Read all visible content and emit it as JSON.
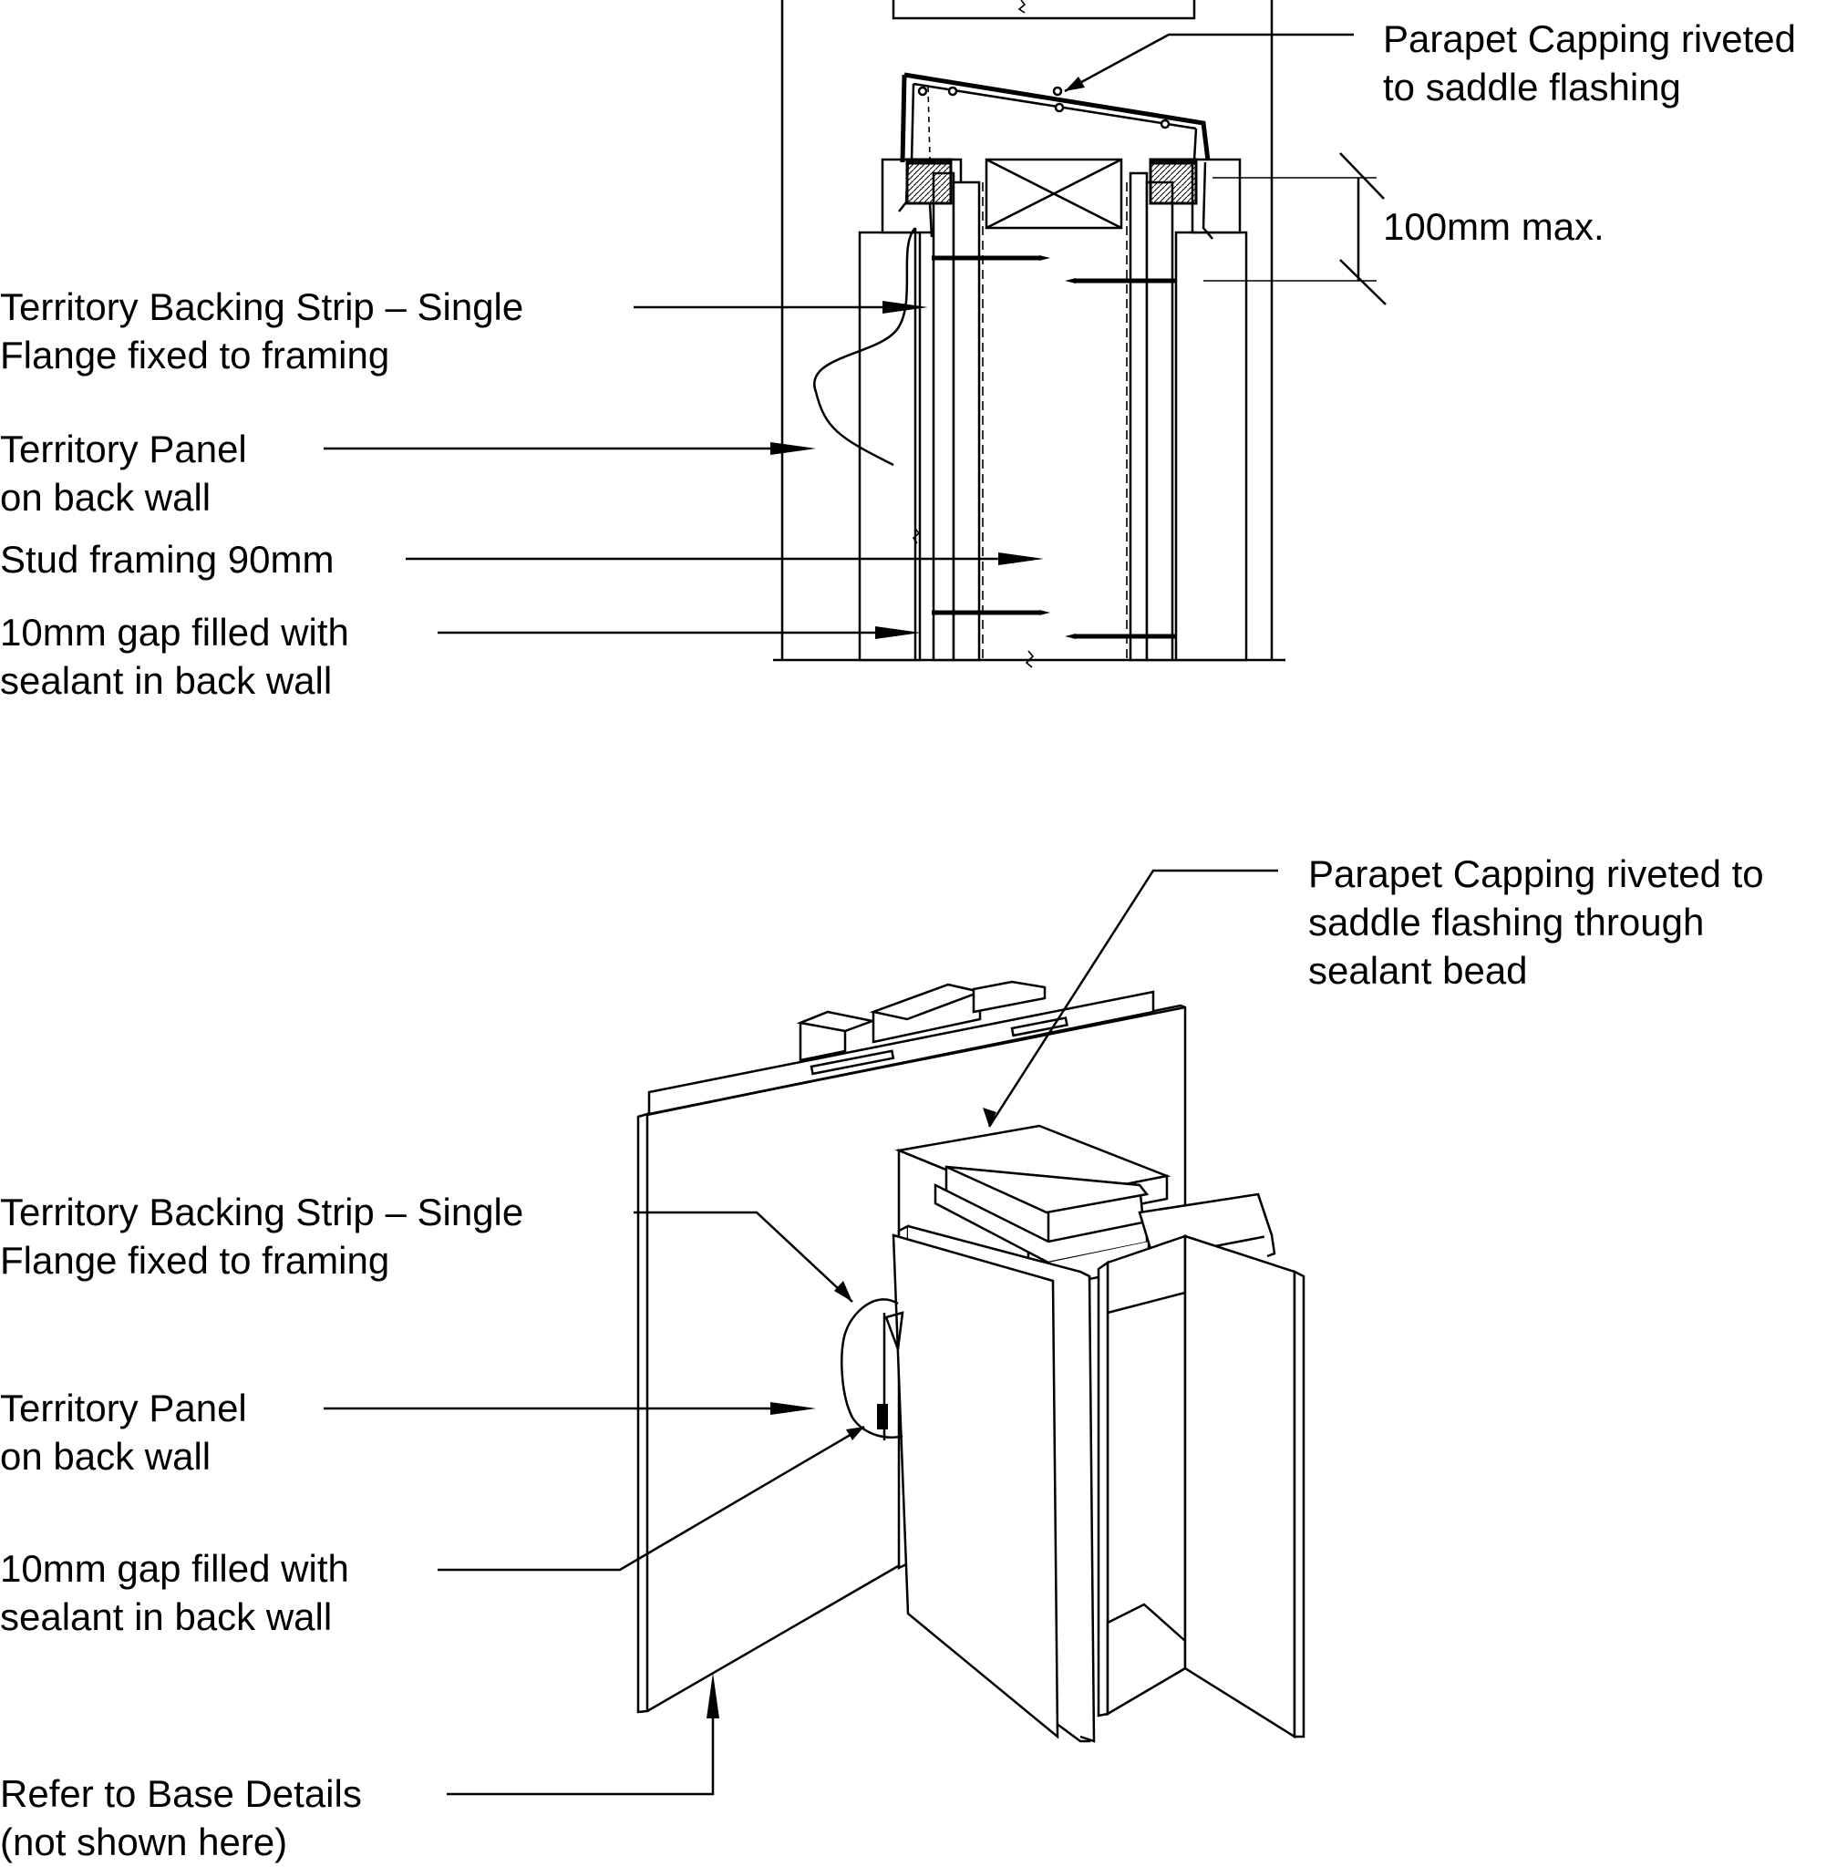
{
  "top_detail": {
    "parapet_capping": [
      "Parapet Capping riveted",
      "to saddle flashing"
    ],
    "dimension": "100mm max.",
    "backing_strip": [
      "Territory Backing Strip – Single",
      "Flange fixed to framing"
    ],
    "panel": [
      "Territory Panel",
      "on back wall"
    ],
    "stud": [
      "Stud framing 90mm"
    ],
    "gap": [
      "10mm gap filled with",
      "sealant in back wall"
    ]
  },
  "iso_detail": {
    "parapet_capping": [
      "Parapet Capping riveted to",
      "saddle flashing through",
      "sealant bead"
    ],
    "backing_strip": [
      "Territory Backing Strip – Single",
      "Flange fixed to framing"
    ],
    "panel": [
      "Territory Panel",
      "on back wall"
    ],
    "gap": [
      "10mm gap filled with",
      "sealant in back wall"
    ],
    "base": [
      "Refer to Base Details",
      "(not shown here)"
    ]
  }
}
